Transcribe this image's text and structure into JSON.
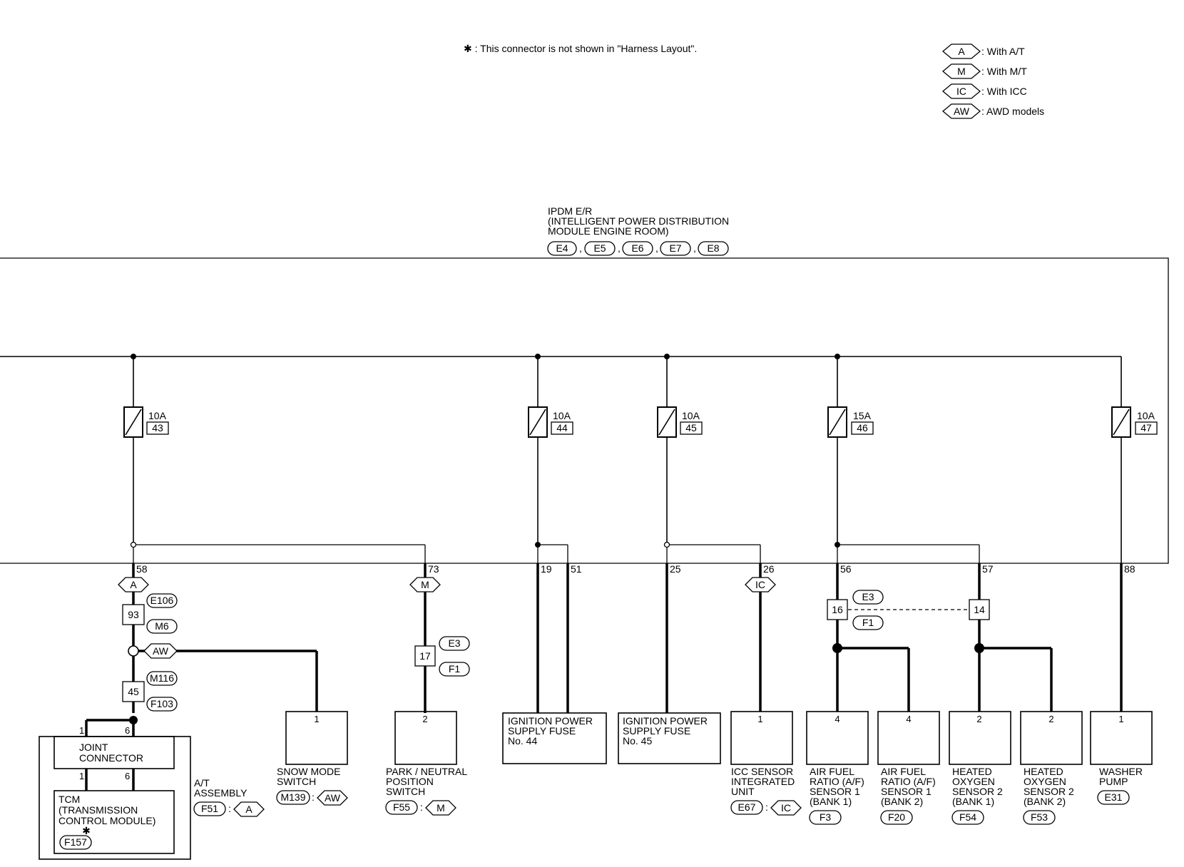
{
  "note": "✱ : This connector is not shown in \"Harness Layout\".",
  "legend": [
    {
      "code": "A",
      "label": ": With A/T"
    },
    {
      "code": "M",
      "label": ": With M/T"
    },
    {
      "code": "IC",
      "label": ": With ICC"
    },
    {
      "code": "AW",
      "label": ": AWD models"
    }
  ],
  "ipdm": {
    "line1": "IPDM E/R",
    "line2": "(INTELLIGENT POWER DISTRIBUTION",
    "line3": " MODULE ENGINE ROOM)",
    "connectors": [
      "E4",
      "E5",
      "E6",
      "E7",
      "E8"
    ]
  },
  "fuses": [
    {
      "rating": "10A",
      "number": "43"
    },
    {
      "rating": "10A",
      "number": "44"
    },
    {
      "rating": "10A",
      "number": "45"
    },
    {
      "rating": "15A",
      "number": "46"
    },
    {
      "rating": "10A",
      "number": "47"
    }
  ],
  "terminals": [
    "58",
    "73",
    "19",
    "51",
    "25",
    "26",
    "56",
    "57",
    "88"
  ],
  "harness": {
    "e106": "E106",
    "m6": "M6",
    "n93": "93",
    "m116": "M116",
    "f103": "F103",
    "n45": "45",
    "e3a": "E3",
    "f1a": "F1",
    "n17": "17",
    "e3b": "E3",
    "f1b": "F1",
    "n16": "16",
    "n14": "14"
  },
  "opt": {
    "a": "A",
    "m": "M",
    "aw": "AW",
    "ic": "IC"
  },
  "components": {
    "joint": {
      "l1": "JOINT",
      "l2": "CONNECTOR",
      "p1": "1",
      "p6": "6",
      "tp1": "1",
      "tp6": "6"
    },
    "tcm": {
      "l1": "TCM",
      "l2": "(TRANSMISSION",
      "l3": " CONTROL MODULE)",
      "star": "✱",
      "conn": "F157"
    },
    "at": {
      "l1": "A/T",
      "l2": "ASSEMBLY",
      "conn": "F51",
      "sep": ":",
      "opt": "A"
    },
    "snow": {
      "pin": "1",
      "l1": "SNOW MODE",
      "l2": "SWITCH",
      "conn": "M139",
      "sep": ":",
      "opt": "AW"
    },
    "park": {
      "pin": "2",
      "l1": "PARK / NEUTRAL",
      "l2": "POSITION",
      "l3": "SWITCH",
      "conn": "F55",
      "sep": ":",
      "opt": "M"
    },
    "ign44": {
      "l1": "IGNITION POWER",
      "l2": "SUPPLY FUSE",
      "l3": "No. 44"
    },
    "ign45": {
      "l1": "IGNITION POWER",
      "l2": "SUPPLY FUSE",
      "l3": "No. 45"
    },
    "icc": {
      "pin": "1",
      "l1": "ICC SENSOR",
      "l2": "INTEGRATED",
      "l3": "UNIT",
      "conn": "E67",
      "sep": ":",
      "opt": "IC"
    },
    "af1": {
      "pin": "4",
      "l1": "AIR FUEL",
      "l2": "RATIO (A/F)",
      "l3": "SENSOR 1",
      "l4": "(BANK 1)",
      "conn": "F3"
    },
    "af2": {
      "pin": "4",
      "l1": "AIR FUEL",
      "l2": "RATIO (A/F)",
      "l3": "SENSOR 1",
      "l4": "(BANK 2)",
      "conn": "F20"
    },
    "ho1": {
      "pin": "2",
      "l1": "HEATED",
      "l2": "OXYGEN",
      "l3": "SENSOR 2",
      "l4": "(BANK 1)",
      "conn": "F54"
    },
    "ho2": {
      "pin": "2",
      "l1": "HEATED",
      "l2": "OXYGEN",
      "l3": "SENSOR 2",
      "l4": "(BANK 2)",
      "conn": "F53"
    },
    "washer": {
      "pin": "1",
      "l1": "WASHER",
      "l2": "PUMP",
      "conn": "E31"
    }
  }
}
